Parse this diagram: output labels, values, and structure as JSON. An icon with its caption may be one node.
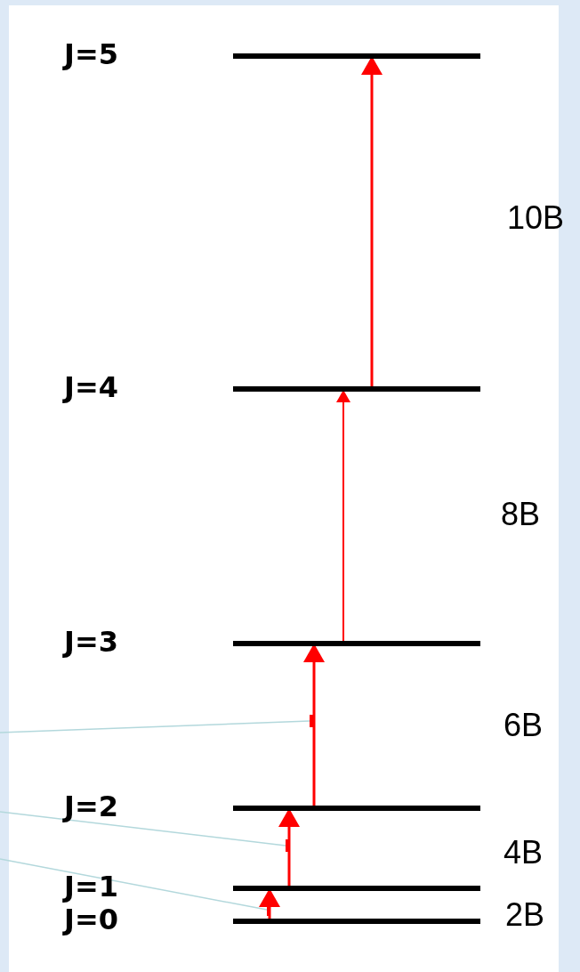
{
  "diagram": {
    "nodes": [
      {
        "text": [
          "J=5"
        ]
      },
      {
        "text": [
          "J=4"
        ]
      },
      {
        "text": [
          "J=3"
        ]
      },
      {
        "text": [
          "J=2"
        ]
      },
      {
        "text": [
          "J=1"
        ]
      },
      {
        "text": [
          "J=0"
        ]
      },
      {
        "text": [],
        "shape": "arrow"
      },
      {
        "text": [],
        "shape": "arrow"
      },
      {
        "text": [],
        "shape": "arrow"
      }
    ],
    "edges": [
      {
        "from": 5,
        "to": 4,
        "arrow": "to"
      },
      {
        "from": 4,
        "to": 3,
        "arrow": "to"
      },
      {
        "from": 3,
        "to": 2,
        "arrow": "to"
      },
      {
        "from": 2,
        "to": 1,
        "arrow": "to"
      },
      {
        "from": 1,
        "to": 0,
        "arrow": "to"
      },
      {
        "from": null,
        "to": 6,
        "arrow": "none",
        "color": "#b3d8dc"
      },
      {
        "from": null,
        "to": 7,
        "arrow": "none",
        "color": "#b3d8dc"
      },
      {
        "from": null,
        "to": 8,
        "arrow": "none",
        "color": "#b3d8dc"
      }
    ],
    "labels": [
      "10B",
      "8B",
      "6B",
      "4B",
      "2B"
    ]
  }
}
